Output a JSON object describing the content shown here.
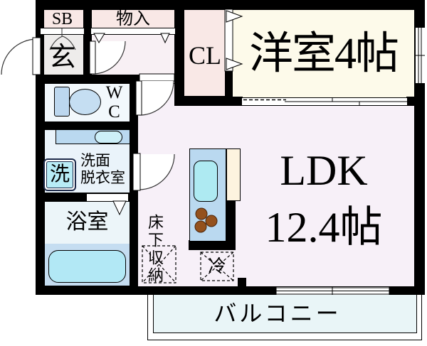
{
  "floorplan": {
    "type": "apartment-floor-plan",
    "rooms": {
      "shoe_box": "SB",
      "storage": "物入",
      "entrance": "玄",
      "closet": "CL",
      "western_room": "洋室4帖",
      "toilet": "WC",
      "washroom_line1": "洗面",
      "washroom_line2": "脱衣室",
      "washer": "洗",
      "bathroom": "浴室",
      "ldk_line1": "LDK",
      "ldk_line2": "12.4帖",
      "underfloor_storage": "床下収納",
      "refrigerator": "冷",
      "balcony": "バルコニー"
    },
    "colors": {
      "wall": "#000000",
      "closet_floor": "#f9e8e6",
      "hall_floor": "#f8f0f4",
      "entrance_floor": "#eeeceb",
      "western_room_floor": "#fdfaea",
      "ldk_floor": "#f7f0f8",
      "wc_floor": "#f2f8fc",
      "washroom_floor": "#eaf3fa",
      "bathroom_floor": "#ecf5f9",
      "bath_wet_zone": "#c5ddf1",
      "bathtub": "#b2e8f5",
      "balcony_floor": "#e9f5f7",
      "kitchen_counter": "#bad9f0",
      "kitchen_sink": "#aeeaf2",
      "kitchen_bar": "#fdf3df",
      "burner": "#94511d",
      "washer_fill": "#b8ecf6"
    }
  }
}
